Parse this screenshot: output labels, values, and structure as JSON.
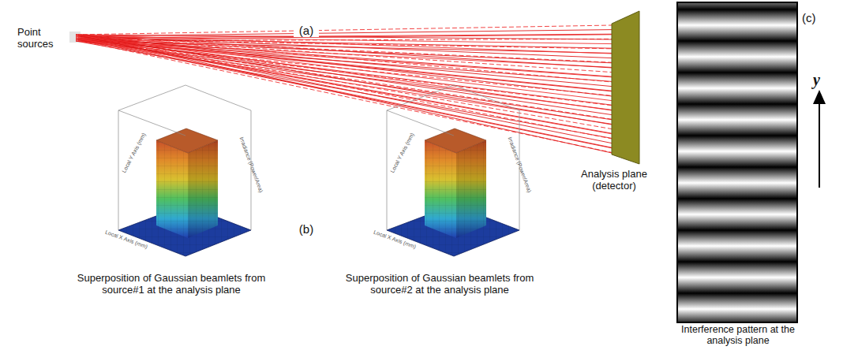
{
  "diagram": {
    "labels": [
      "(a)",
      "Point sources",
      "Analysis plane (detector)",
      "(b)",
      "Superposition of Gaussian beamlets from source#1 at the analysis plane",
      "Superposition of Gaussian beamlets from source#2 at the analysis plane",
      "(c)",
      "y",
      "Interference pattern at the analysis plane",
      "Local Y Axis (mm)",
      "Local X Axis (mm)",
      "Irradiance (Power/Area)",
      "Local Y Axis (mm)",
      "Local X Axis (mm)",
      "Irradiance (Power/Area)"
    ]
  }
}
